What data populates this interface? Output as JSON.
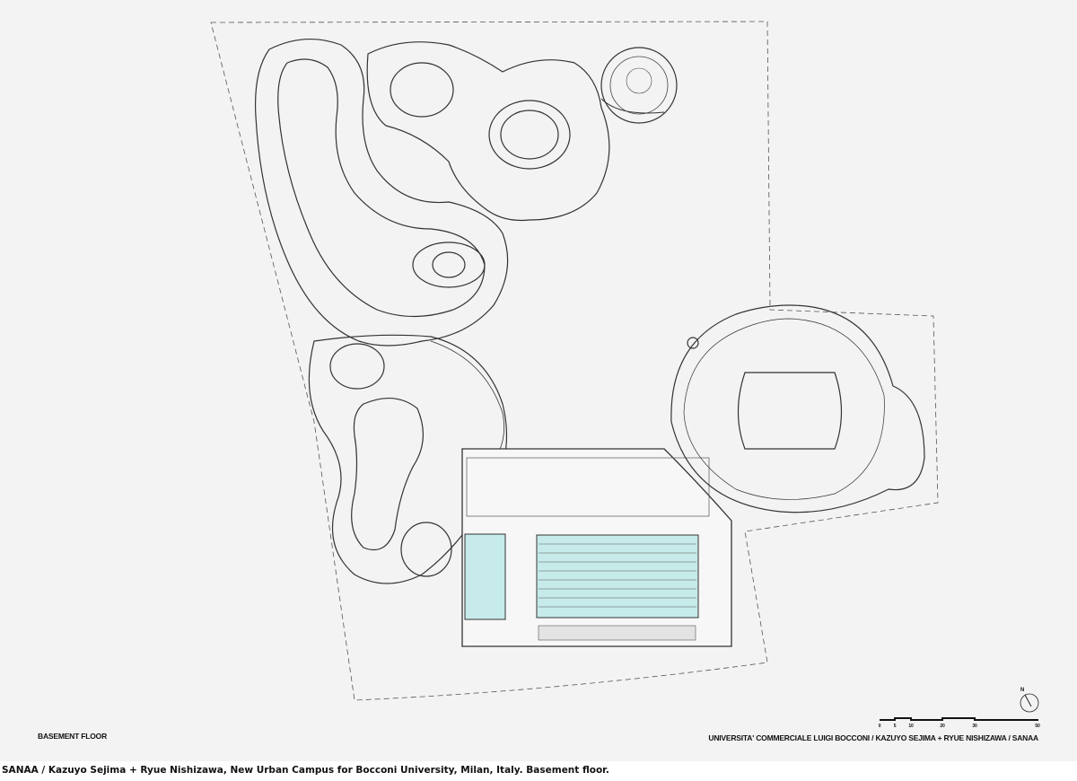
{
  "drawing": {
    "floor_label": "BASEMENT FLOOR",
    "credit": "UNIVERSITA' COMMERCIALE LUIGI BOCCONI / KAZUYO SEJIMA + RYUE NISHIZAWA / SANAA",
    "north_label": "N",
    "scale_bar_ticks": [
      "0",
      "5",
      "10",
      "20",
      "30",
      "50"
    ],
    "colors": {
      "pool": "#c6ebea",
      "lines": "#333333",
      "background": "#f3f3f3"
    }
  },
  "caption": "SANAA / Kazuyo Sejima + Ryue Nishizawa, New Urban Campus for Bocconi University, Milan, Italy. Basement floor."
}
